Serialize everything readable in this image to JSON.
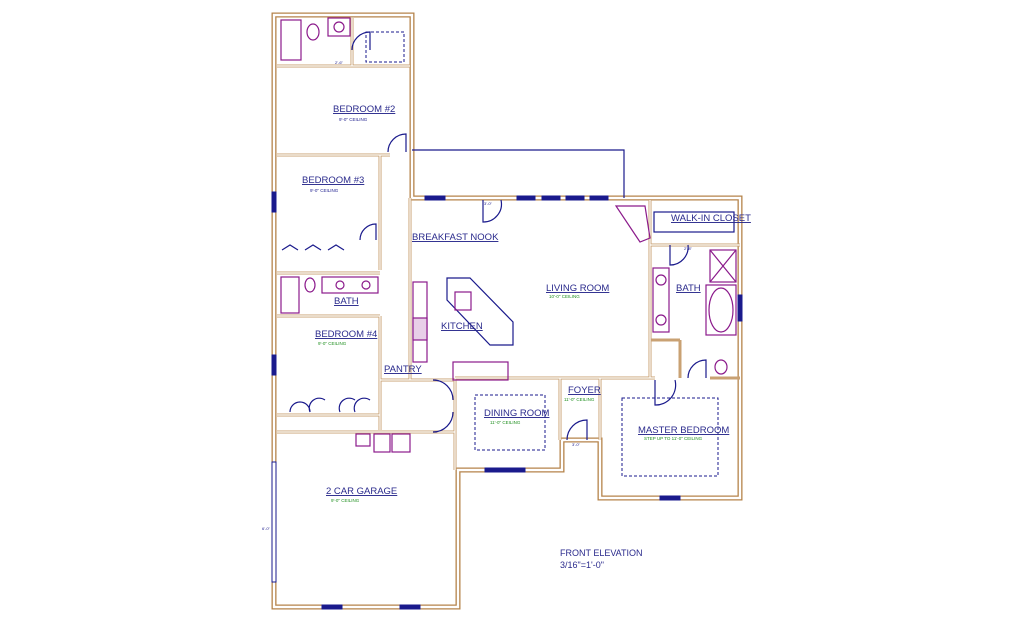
{
  "rooms": {
    "bedroom2": {
      "name": "BEDROOM #2",
      "ceiling": "9'-0\" CEILING"
    },
    "bedroom3": {
      "name": "BEDROOM #3",
      "ceiling": "9'-0\" CEILING"
    },
    "bedroom4": {
      "name": "BEDROOM #4",
      "ceiling": "9'-0\" CEILING"
    },
    "bath_hall": {
      "name": "BATH"
    },
    "breakfast": {
      "name": "BREAKFAST NOOK"
    },
    "kitchen": {
      "name": "KITCHEN"
    },
    "pantry": {
      "name": "PANTRY"
    },
    "living": {
      "name": "LIVING ROOM",
      "ceiling": "10'-0\" CEILING"
    },
    "closet": {
      "name": "WALK-IN CLOSET"
    },
    "bath_master": {
      "name": "BATH"
    },
    "dining": {
      "name": "DINING ROOM",
      "ceiling": "11'-0\" CEILING"
    },
    "foyer": {
      "name": "FOYER",
      "ceiling": "11'-0\" CEILING"
    },
    "master": {
      "name": "MASTER BEDROOM",
      "ceiling": "STEP UP TO 11'-0\" CEILING"
    },
    "garage": {
      "name": "2 CAR GARAGE",
      "ceiling": "9'-0\" CEILING"
    }
  },
  "title": {
    "line1": "FRONT ELEVATION",
    "line2": "3/16\"=1'-0\""
  },
  "dims": {
    "d1": "2'-6\"",
    "d2": "3'-0\"",
    "d3": "2'-8\"",
    "d4": "6'-0\"",
    "d5": "3'-0\""
  },
  "colors": {
    "wall": "#b5834a",
    "line": "#1a1a8c",
    "fixture": "#8b1a8b",
    "ceiling_text": "#1f8f1f"
  }
}
